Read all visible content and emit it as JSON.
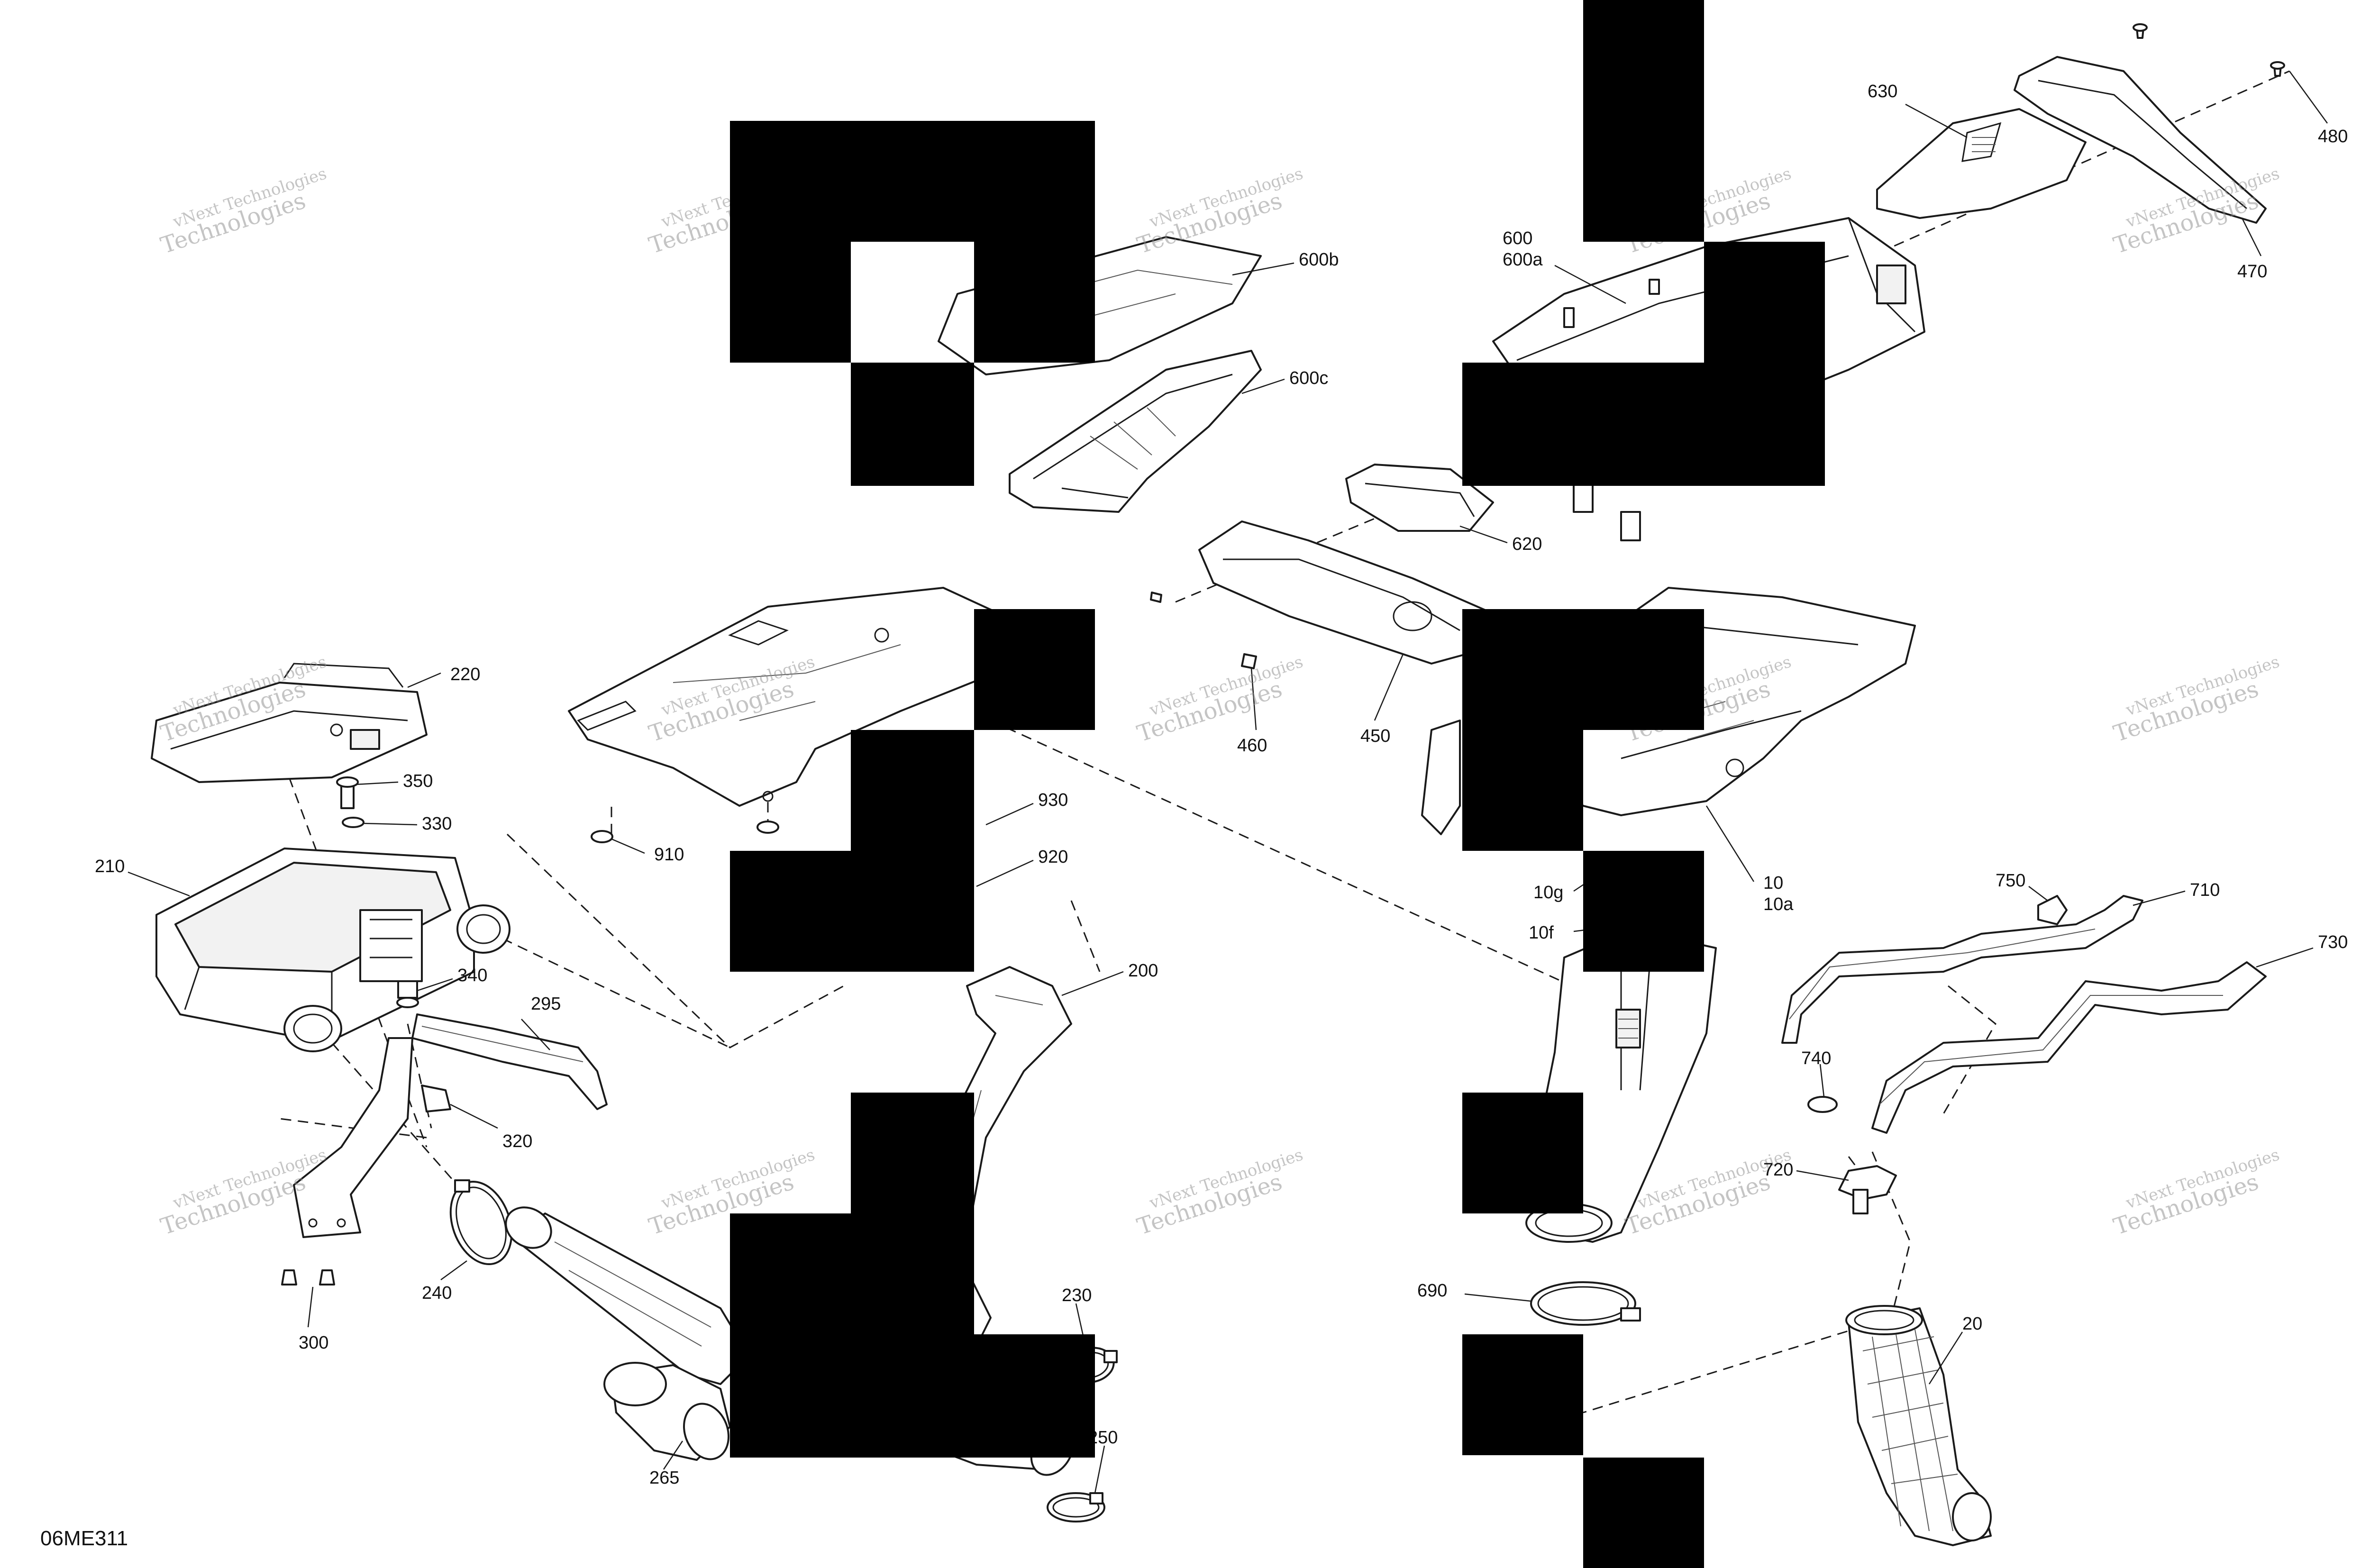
{
  "diagram_id": "06ME311",
  "watermark": {
    "line1": "vNext Technologies",
    "line2": "Technologies"
  },
  "callouts": [
    {
      "id": "c600b",
      "text": "600b"
    },
    {
      "id": "c600c",
      "text": "600c"
    },
    {
      "id": "c600",
      "text": "600"
    },
    {
      "id": "c600a",
      "text": "600a"
    },
    {
      "id": "c630",
      "text": "630"
    },
    {
      "id": "c480",
      "text": "480"
    },
    {
      "id": "c470",
      "text": "470"
    },
    {
      "id": "c620",
      "text": "620"
    },
    {
      "id": "c450",
      "text": "450"
    },
    {
      "id": "c460",
      "text": "460"
    },
    {
      "id": "c220",
      "text": "220"
    },
    {
      "id": "c350",
      "text": "350"
    },
    {
      "id": "c330",
      "text": "330"
    },
    {
      "id": "c210",
      "text": "210"
    },
    {
      "id": "c340",
      "text": "340"
    },
    {
      "id": "c295",
      "text": "295"
    },
    {
      "id": "c320",
      "text": "320"
    },
    {
      "id": "c300",
      "text": "300"
    },
    {
      "id": "c240",
      "text": "240"
    },
    {
      "id": "c910",
      "text": "910"
    },
    {
      "id": "c930",
      "text": "930"
    },
    {
      "id": "c920",
      "text": "920"
    },
    {
      "id": "c200",
      "text": "200"
    },
    {
      "id": "c230",
      "text": "230"
    },
    {
      "id": "c250",
      "text": "250"
    },
    {
      "id": "c265",
      "text": "265"
    },
    {
      "id": "c10",
      "text": "10"
    },
    {
      "id": "c10a",
      "text": "10a"
    },
    {
      "id": "c10g",
      "text": "10g"
    },
    {
      "id": "c10f",
      "text": "10f"
    },
    {
      "id": "c750",
      "text": "750"
    },
    {
      "id": "c710",
      "text": "710"
    },
    {
      "id": "c730",
      "text": "730"
    },
    {
      "id": "c740",
      "text": "740"
    },
    {
      "id": "c720",
      "text": "720"
    },
    {
      "id": "c690",
      "text": "690"
    },
    {
      "id": "c20",
      "text": "20"
    }
  ],
  "colors": {
    "ink": "#1a1a1a",
    "redaction": "#000000",
    "watermark": "#8a8a8a",
    "paper": "#ffffff"
  }
}
